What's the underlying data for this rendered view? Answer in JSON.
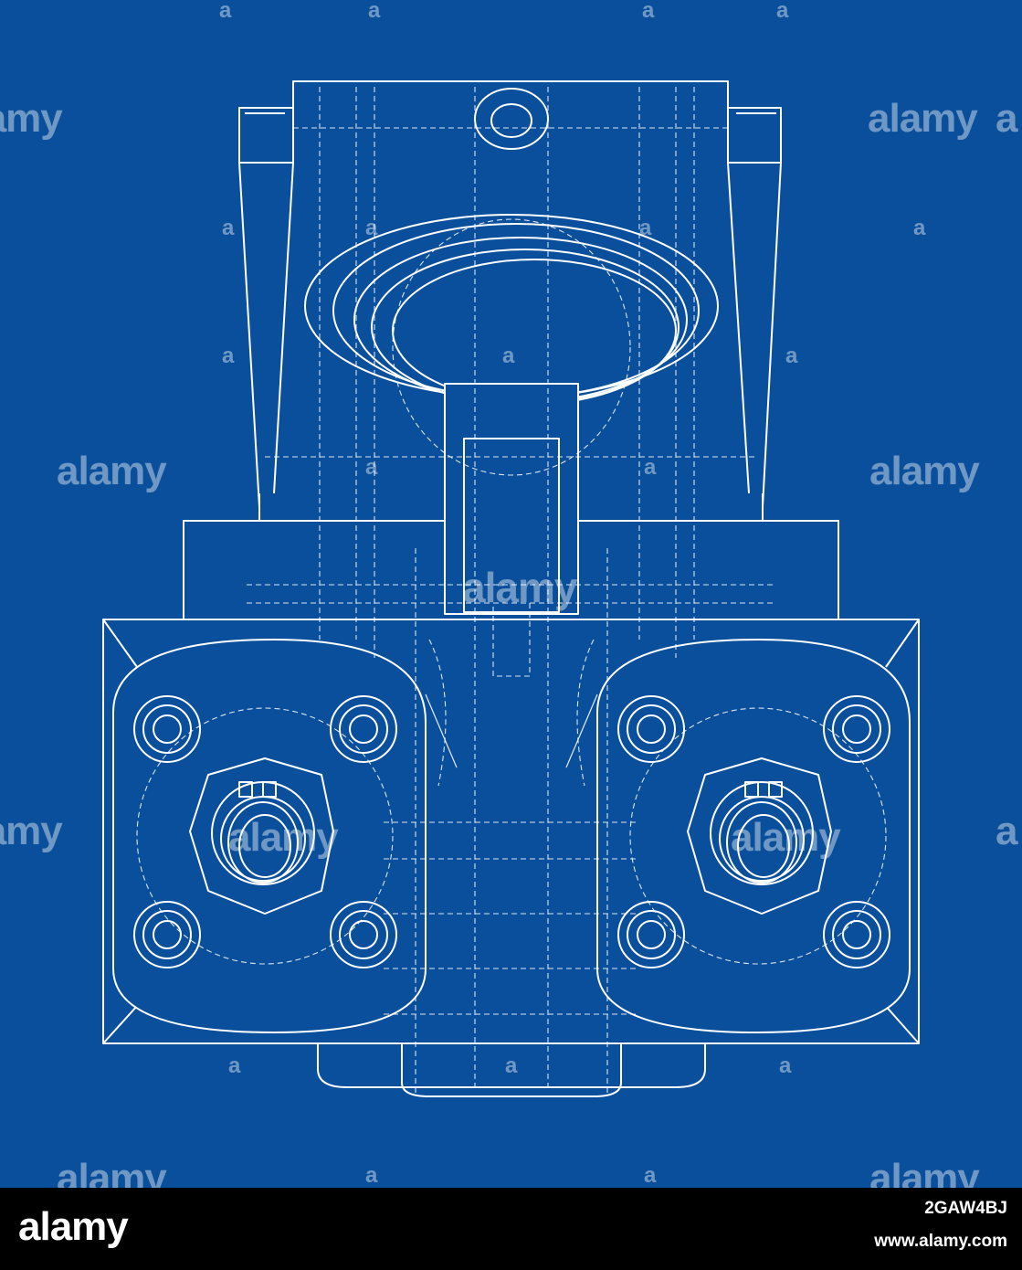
{
  "colors": {
    "background": "#0a4f9b",
    "line": "#ffffff",
    "footer": "#000000"
  },
  "watermark": {
    "text": "alamy",
    "partial_text": "a"
  },
  "footer": {
    "logo": "alamy",
    "image_id": "2GAW4BJ",
    "url": "www.alamy.com"
  }
}
